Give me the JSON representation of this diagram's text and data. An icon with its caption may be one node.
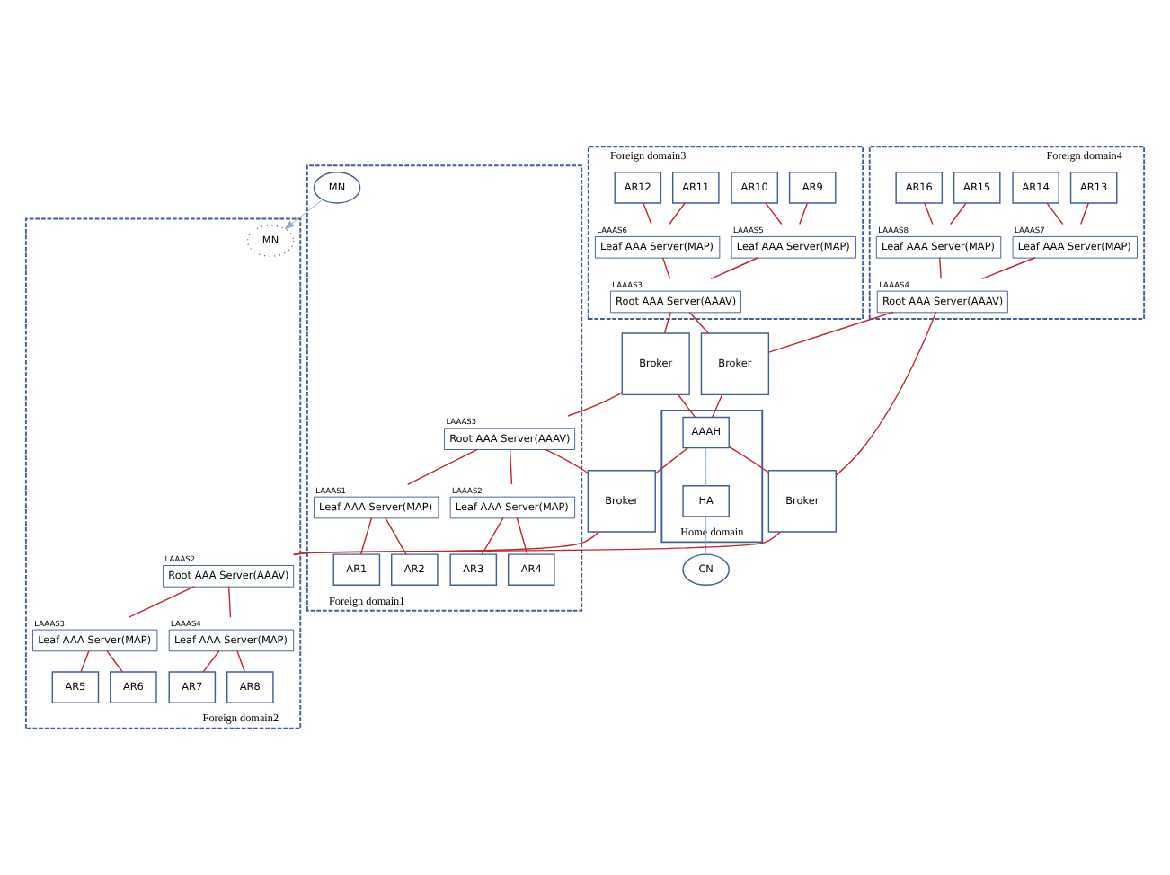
{
  "diagram": {
    "nodes": [
      {
        "text": [
          "Foreign domain3"
        ]
      },
      {
        "text": [
          "AR9"
        ],
        "in": 0
      },
      {
        "text": [
          "AR10"
        ],
        "in": 0
      },
      {
        "text": [
          "AR11"
        ],
        "in": 0
      },
      {
        "text": [
          "AR12"
        ],
        "in": 0
      },
      {
        "text": [
          "Leaf AAA Server(MAP)"
        ],
        "in": 0,
        "beside": [
          "LAAAS5"
        ]
      },
      {
        "text": [
          "Leaf AAA Server(MAP)"
        ],
        "in": 0,
        "beside": [
          "LAAAS6"
        ]
      },
      {
        "text": [
          "Root AAA Server(AAAV)"
        ],
        "in": 0,
        "beside": [
          "LAAAS3"
        ]
      },
      {
        "text": [
          "Broker"
        ]
      },
      {
        "text": [
          "Foreign domain4"
        ]
      },
      {
        "text": [
          "AR13"
        ],
        "in": 9
      },
      {
        "text": [
          "AR14"
        ],
        "in": 9
      },
      {
        "text": [
          "AR15"
        ],
        "in": 9
      },
      {
        "text": [
          "AR16"
        ],
        "in": 9
      },
      {
        "text": [
          "Leaf AAA Server(MAP)"
        ],
        "in": 9,
        "beside": [
          "LAAAS7"
        ]
      },
      {
        "text": [
          "Leaf AAA Server(MAP)"
        ],
        "in": 9,
        "beside": [
          "LAAAS8"
        ]
      },
      {
        "text": [
          "Root AAA Server(AAAV)"
        ],
        "in": 9,
        "beside": [
          "LAAAS4"
        ]
      },
      {
        "text": [
          "Broker"
        ]
      },
      {
        "text": [
          "Home domain"
        ]
      },
      {
        "text": [
          "AAAH"
        ],
        "in": 18
      },
      {
        "text": [
          "HA"
        ],
        "in": 18
      },
      {
        "text": [
          "CN"
        ]
      },
      {
        "text": [
          "Broker"
        ]
      },
      {
        "text": [
          "Foreign domain1"
        ]
      },
      {
        "text": [
          "Root AAA Server(AAAV)"
        ],
        "in": 23,
        "beside": [
          "LAAAS3"
        ]
      },
      {
        "text": [
          "Leaf AAA Server(MAP)"
        ],
        "in": 23,
        "beside": [
          "LAAAS1"
        ]
      },
      {
        "text": [
          "Leaf AAA Server(MAP)"
        ],
        "in": 23,
        "beside": [
          "LAAAS2"
        ]
      },
      {
        "text": [
          "AR1"
        ],
        "in": 23
      },
      {
        "text": [
          "AR2"
        ],
        "in": 23
      },
      {
        "text": [
          "AR3"
        ],
        "in": 23
      },
      {
        "text": [
          "AR4"
        ],
        "in": 23
      },
      {
        "text": [
          "MN"
        ],
        "in": 23
      },
      {
        "text": [
          "Broker"
        ]
      },
      {
        "text": [
          "Foreign domain2"
        ]
      },
      {
        "text": [
          "Root AAA Server(AAAV)"
        ],
        "in": 33,
        "beside": [
          "LAAAS2"
        ]
      },
      {
        "text": [
          "Leaf AAA Server(MAP)"
        ],
        "in": 33,
        "beside": [
          "LAAAS3"
        ]
      },
      {
        "text": [
          "Leaf AAA Server(MAP)"
        ],
        "in": 33,
        "beside": [
          "LAAAS4"
        ]
      },
      {
        "text": [
          "AR5"
        ],
        "in": 33
      },
      {
        "text": [
          "AR6"
        ],
        "in": 33
      },
      {
        "text": [
          "AR7"
        ],
        "in": 33
      },
      {
        "text": [
          "AR8"
        ],
        "in": 33
      },
      {
        "text": [
          "MN"
        ],
        "in": 33
      }
    ],
    "edges": [
      {
        "from": 1,
        "to": 5,
        "arrow": "none"
      },
      {
        "from": 2,
        "to": 5,
        "arrow": "none"
      },
      {
        "from": 3,
        "to": 6,
        "arrow": "none"
      },
      {
        "from": 4,
        "to": 6,
        "arrow": "none"
      },
      {
        "from": 5,
        "to": 7,
        "arrow": "none"
      },
      {
        "from": 6,
        "to": 7,
        "arrow": "none"
      },
      {
        "from": 7,
        "to": 8,
        "arrow": "none"
      },
      {
        "from": 7,
        "to": 17,
        "arrow": "none"
      },
      {
        "from": 10,
        "to": 14,
        "arrow": "none"
      },
      {
        "from": 11,
        "to": 14,
        "arrow": "none"
      },
      {
        "from": 12,
        "to": 15,
        "arrow": "none"
      },
      {
        "from": 13,
        "to": 15,
        "arrow": "none"
      },
      {
        "from": 14,
        "to": 16,
        "arrow": "none"
      },
      {
        "from": 15,
        "to": 16,
        "arrow": "none"
      },
      {
        "from": 16,
        "to": 8,
        "arrow": "none"
      },
      {
        "from": 16,
        "to": 22,
        "arrow": "none"
      },
      {
        "from": 8,
        "to": 19,
        "arrow": "none"
      },
      {
        "from": 17,
        "to": 19,
        "arrow": "none"
      },
      {
        "from": 19,
        "to": 22,
        "arrow": "none"
      },
      {
        "from": 19,
        "to": 20,
        "arrow": "none",
        "color": "#8eaacc"
      },
      {
        "from": 20,
        "to": 21,
        "arrow": "none",
        "color": "#8eaacc"
      },
      {
        "from": 19,
        "to": 32,
        "arrow": "none"
      },
      {
        "from": 17,
        "to": 24,
        "arrow": "none"
      },
      {
        "from": 24,
        "to": 32,
        "arrow": "none"
      },
      {
        "from": 24,
        "to": 25,
        "arrow": "none"
      },
      {
        "from": 24,
        "to": 26,
        "arrow": "none"
      },
      {
        "from": 25,
        "to": 27,
        "arrow": "none"
      },
      {
        "from": 25,
        "to": 28,
        "arrow": "none"
      },
      {
        "from": 26,
        "to": 29,
        "arrow": "none"
      },
      {
        "from": 26,
        "to": 30,
        "arrow": "none"
      },
      {
        "from": 22,
        "to": 34,
        "arrow": "none"
      },
      {
        "from": 32,
        "to": 34,
        "arrow": "none"
      },
      {
        "from": 34,
        "to": 35,
        "arrow": "none"
      },
      {
        "from": 34,
        "to": 36,
        "arrow": "none"
      },
      {
        "from": 35,
        "to": 37,
        "arrow": "none"
      },
      {
        "from": 35,
        "to": 38,
        "arrow": "none"
      },
      {
        "from": 36,
        "to": 39,
        "arrow": "none"
      },
      {
        "from": 36,
        "to": 40,
        "arrow": "none"
      },
      {
        "from": 31,
        "to": 41,
        "arrow": "to",
        "color": "#8eaacc"
      }
    ]
  }
}
